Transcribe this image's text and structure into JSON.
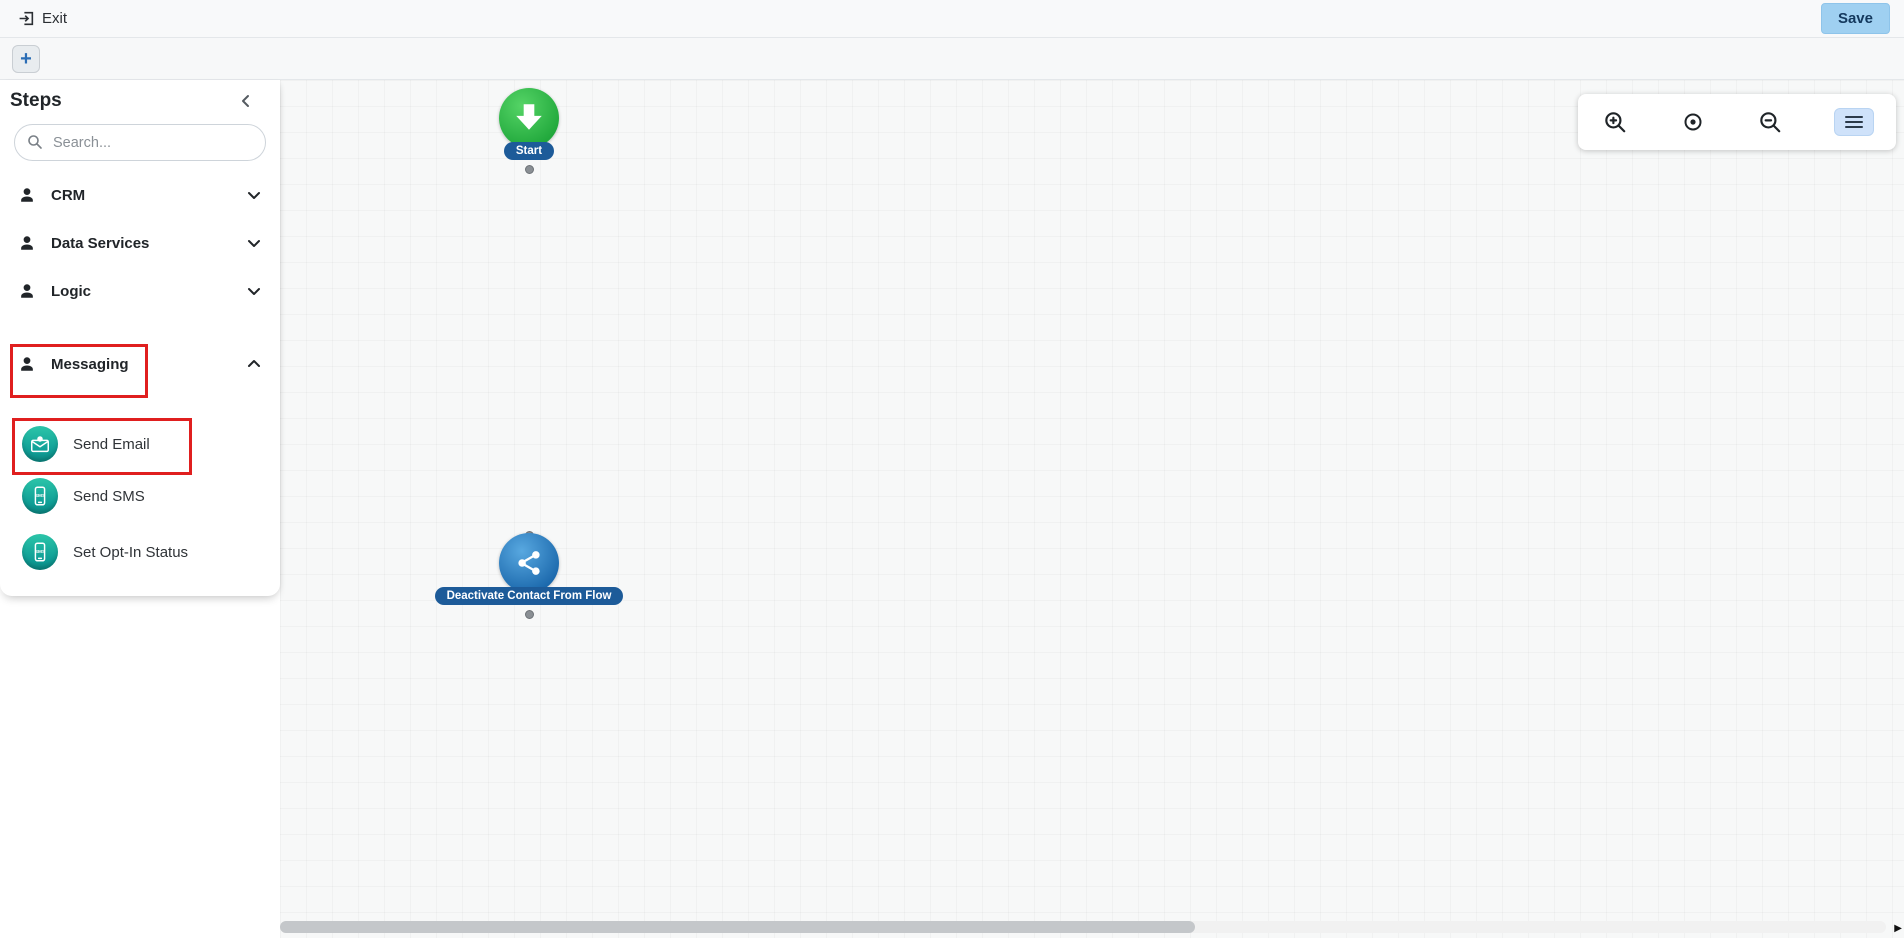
{
  "top_bar": {
    "exit_label": "Exit",
    "save_label": "Save"
  },
  "add_bar": {
    "plus_label": "+"
  },
  "sidebar": {
    "title": "Steps",
    "search_placeholder": "Search...",
    "categories": [
      {
        "label": "CRM",
        "expanded": false
      },
      {
        "label": "Data Services",
        "expanded": false
      },
      {
        "label": "Logic",
        "expanded": false
      },
      {
        "label": "Messaging",
        "expanded": true
      }
    ],
    "messaging_items": [
      {
        "label": "Send Email"
      },
      {
        "label": "Send SMS"
      },
      {
        "label": "Set Opt-In Status"
      }
    ]
  },
  "canvas": {
    "nodes": [
      {
        "label": "Start",
        "type": "start"
      },
      {
        "label": "Deactivate Contact From Flow",
        "type": "action"
      }
    ]
  },
  "zoom_toolbar": {
    "buttons": [
      "zoom-in",
      "center-target",
      "zoom-out",
      "menu"
    ]
  },
  "icons": {
    "exit": "box-arrow-right",
    "plus": "+",
    "search": "magnifier",
    "category": "person-silhouette",
    "chevron_down": "⌄",
    "chevron_up": "⌃",
    "chevron_left": "‹",
    "send_email": "envelope-contact",
    "send_sms": "phone-sms",
    "opt_in": "phone-sms",
    "start_node": "arrow-down-circle",
    "deactivate_node": "share-network",
    "zoom_in": "magnifier-plus",
    "center_target": "circle-dot",
    "zoom_out": "magnifier-minus",
    "menu": "hamburger",
    "scroll_right": "▶"
  },
  "colors": {
    "save_button_bg": "#9fd0f1",
    "save_button_text": "#14395e",
    "annotation_red": "#e01f1f",
    "node_pill_bg": "#1d5b99",
    "start_node_green": "#2ebd4e",
    "deactivate_node_blue": "#2a86c8",
    "messaging_icon_teal": "#14b8a0",
    "menu_button_bg": "#cfe2fa",
    "topbar_bg": "#f8f9fa"
  }
}
